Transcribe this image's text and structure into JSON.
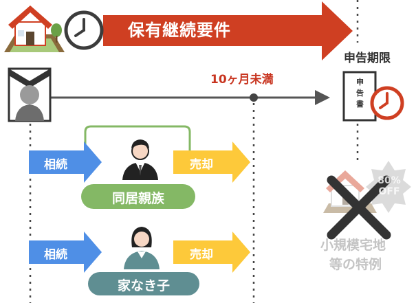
{
  "banner": {
    "label": "保有継続要件",
    "color": "#cf3f22"
  },
  "deadline": {
    "title": "申告期限",
    "document_chars": [
      "申",
      "告",
      "書"
    ]
  },
  "timeline": {
    "period_label": "10ヶ月未満"
  },
  "rows": [
    {
      "inherit_label": "相続",
      "sell_label": "売却",
      "person_label": "同居親族",
      "pill_color": "#84b865"
    },
    {
      "inherit_label": "相続",
      "sell_label": "売却",
      "person_label": "家なき子",
      "pill_color": "#5f8e92"
    }
  ],
  "special": {
    "line1": "小規模宅地",
    "line2": "等の特例",
    "badge_text": "80% OFF",
    "cross_color": "#333333"
  },
  "colors": {
    "inherit_arrow": "#4f8fe6",
    "sell_arrow": "#fdc93a",
    "timeline": "#555555"
  }
}
